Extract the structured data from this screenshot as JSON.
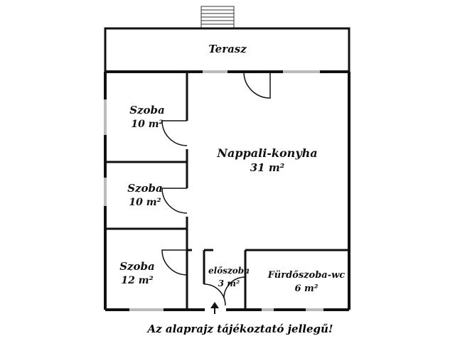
{
  "plan": {
    "rooms": [
      {
        "id": "terrace",
        "name": "Terasz",
        "area": ""
      },
      {
        "id": "room1",
        "name": "Szoba",
        "area": "10 m²"
      },
      {
        "id": "room2",
        "name": "Szoba",
        "area": "10 m²"
      },
      {
        "id": "room3",
        "name": "Szoba",
        "area": "12 m²"
      },
      {
        "id": "living",
        "name": "Nappali-konyha",
        "area": "31 m²"
      },
      {
        "id": "hall",
        "name": "előszoba",
        "area": "3 m²"
      },
      {
        "id": "bath",
        "name": "Fürdőszoba-wc",
        "area": "6 m²"
      }
    ],
    "disclaimer": "Az alaprajz tájékoztató jellegű!"
  }
}
